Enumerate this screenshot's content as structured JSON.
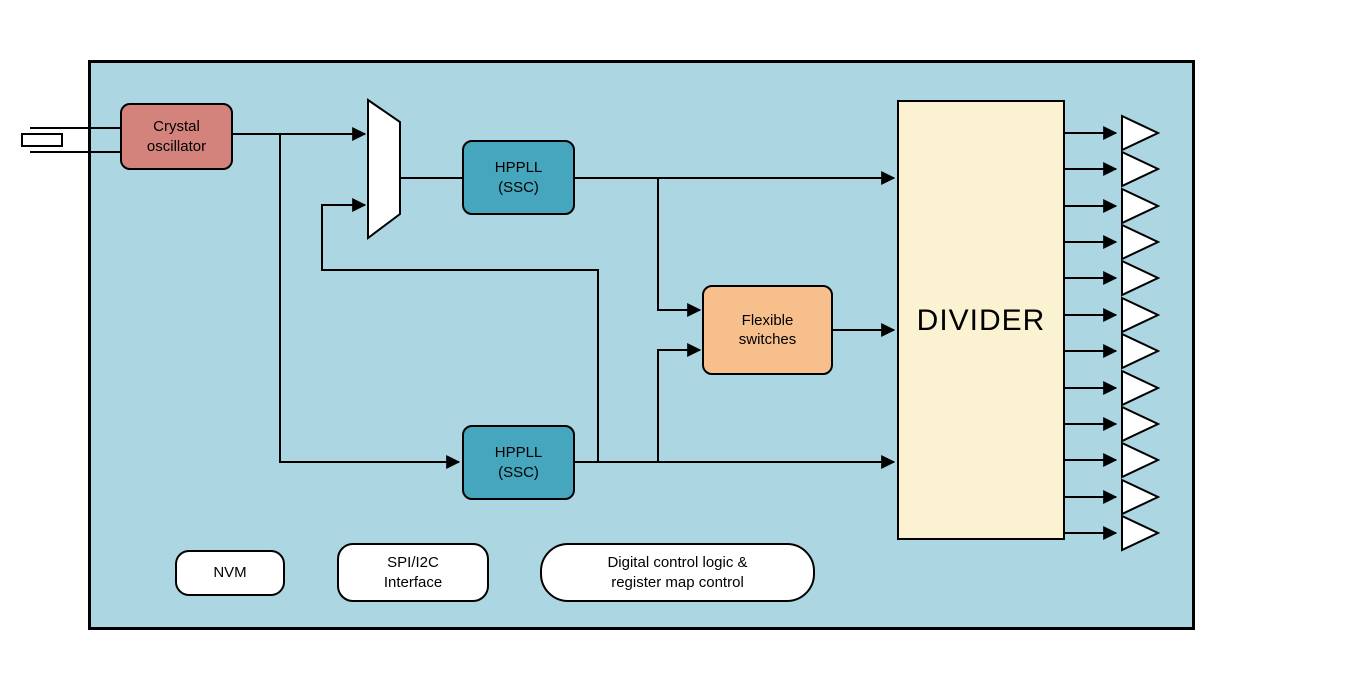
{
  "diagram": {
    "output_channels": 12,
    "colors": {
      "page_bg": "#FFFFFF",
      "chip_fill": "#ACD6E2",
      "chip_border": "#000000",
      "crystal_osc_fill": "#D3837C",
      "pll_fill": "#45A6BD",
      "switches_fill": "#F6BF8B",
      "divider_fill": "#FAF2D0",
      "io_box_fill": "#FFFFFF",
      "wire": "#000000"
    },
    "blocks": {
      "crystal_oscillator": {
        "label": "Crystal\noscillator"
      },
      "hppll_top": {
        "label": "HPPLL\n(SSC)"
      },
      "hppll_bottom": {
        "label": "HPPLL\n(SSC)"
      },
      "flexible_switches": {
        "label": "Flexible\nswitches"
      },
      "divider": {
        "label": "DIVIDER"
      },
      "nvm": {
        "label": "NVM"
      },
      "spi_i2c_interface": {
        "label": "SPI/I2C\nInterface"
      },
      "digital_control": {
        "label": "Digital control logic &\nregister map control"
      }
    },
    "icons": {
      "crystal": "crystal-symbol",
      "mux": "multiplexer-trapezoid",
      "output_buffer": "buffer-triangle",
      "arrowhead": "solid-black-arrow"
    }
  }
}
